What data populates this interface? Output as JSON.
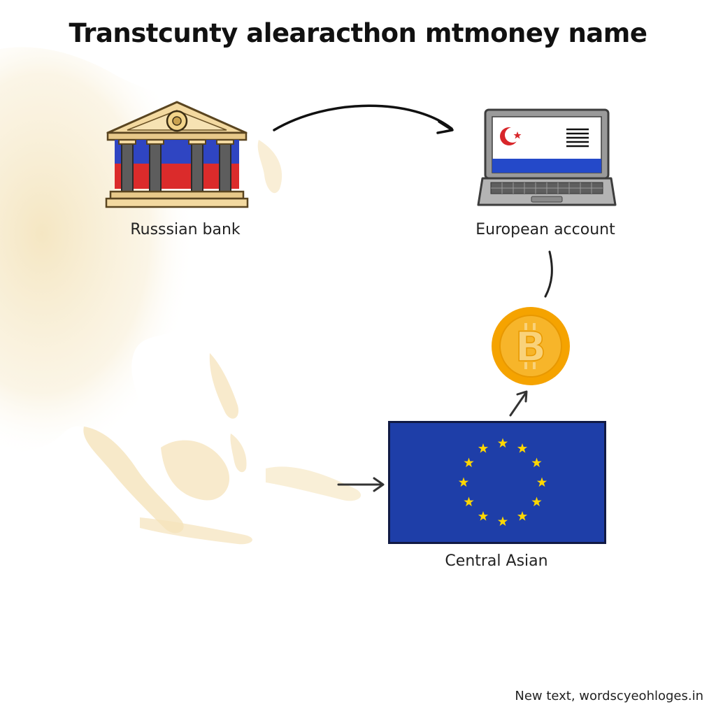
{
  "title": "Transtcunty alearacthon mtmoney name",
  "nodes": {
    "bank": {
      "label": "Russsian bank"
    },
    "laptop": {
      "label": "European account"
    },
    "central": {
      "label": "Central Asian"
    }
  },
  "footer": "New text, wordscyeohloges.in",
  "icons": {
    "bank": "bank-building-icon",
    "laptop": "laptop-icon",
    "coin": "bitcoin-coin-icon",
    "flag": "eu-flag-icon",
    "map": "asia-map-background"
  },
  "colors": {
    "blue": "#2a3fbf",
    "red": "#d8262a",
    "gold": "#f4a21a",
    "eu_blue": "#1e3ea8",
    "star": "#ffd700",
    "map": "#f6e7c4"
  }
}
